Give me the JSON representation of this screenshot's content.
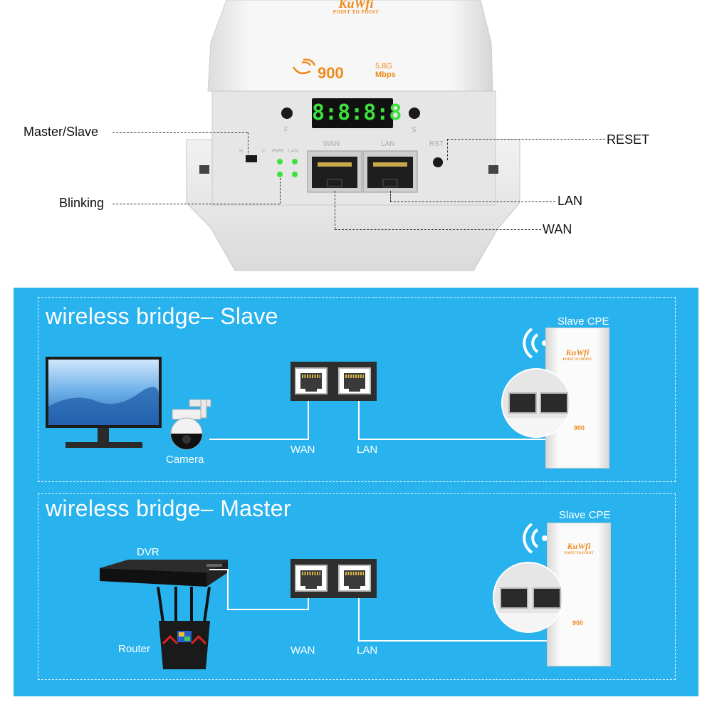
{
  "device": {
    "brand": "KuWfi",
    "brand_sub": "POINT TO POINT",
    "speed": "900",
    "freq": "5.8G",
    "unit": "Mbps",
    "display": "8:8:8:8",
    "label_f": "F",
    "label_s": "S",
    "label_wan": "WAN",
    "label_lan": "LAN",
    "label_rst": "RST",
    "label_pwr": "PWR",
    "label_lan_led": "LAN",
    "label_h": "H",
    "label_c": "C"
  },
  "callouts": {
    "master_slave": "Master/Slave",
    "blinking": "Blinking",
    "reset": "RESET",
    "lan": "LAN",
    "wan": "WAN"
  },
  "slave_section": {
    "title": "wireless bridge– Slave",
    "cpe_label": "Slave CPE",
    "camera_label": "Camera",
    "wan_label": "WAN",
    "lan_label": "LAN"
  },
  "master_section": {
    "title": "wireless bridge– Master",
    "cpe_label": "Slave CPE",
    "dvr_label": "DVR",
    "router_label": "Router",
    "wan_label": "WAN",
    "lan_label": "LAN"
  },
  "colors": {
    "panel_blue": "#28b2ee",
    "brand_orange": "#f08a1c",
    "led_green": "#3ee03e"
  }
}
